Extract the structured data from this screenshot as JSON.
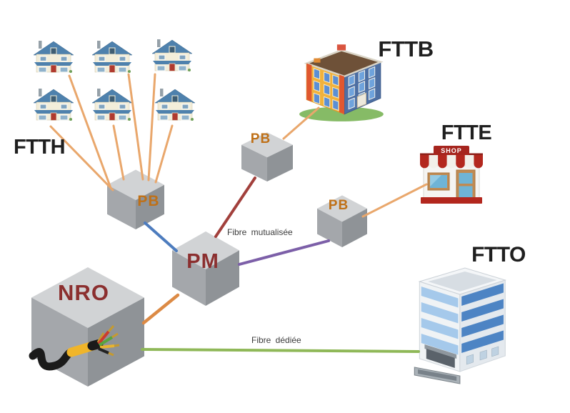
{
  "zones": {
    "ftth": {
      "label": "FTTH"
    },
    "fttb": {
      "label": "FTTB"
    },
    "ftte": {
      "label": "FTTE"
    },
    "ftto": {
      "label": "FTTO"
    }
  },
  "nodes": {
    "nro": {
      "label": "NRO"
    },
    "pm": {
      "label": "PM"
    },
    "pb_ftth": {
      "label": "PB"
    },
    "pb_fttb": {
      "label": "PB"
    },
    "pb_ftte": {
      "label": "PB"
    }
  },
  "annotations": {
    "mutualized_fiber": "Fibre mutualisée",
    "dedicated_fiber": "Fibre dédiée"
  },
  "shop_sign": "SHOP",
  "colors": {
    "drop_line_orange": "#E9A76C",
    "feeder_orange": "#DC8A45",
    "pb_to_pm_blue": "#4D7CBE",
    "pm_to_pb_red": "#A2403C",
    "pm_to_pb_purple": "#7C5FA8",
    "dedicated_green": "#8FB858",
    "pb_label_orange": "#BF7017",
    "core_label_maroon": "#8B2F2F",
    "zone_label_black": "#1F1F1F",
    "annotation_gray": "#3C3C3C",
    "cube_top_gray": "#D1D3D5",
    "cube_left_gray": "#A4A7AB",
    "cube_right_gray": "#8F9397"
  }
}
